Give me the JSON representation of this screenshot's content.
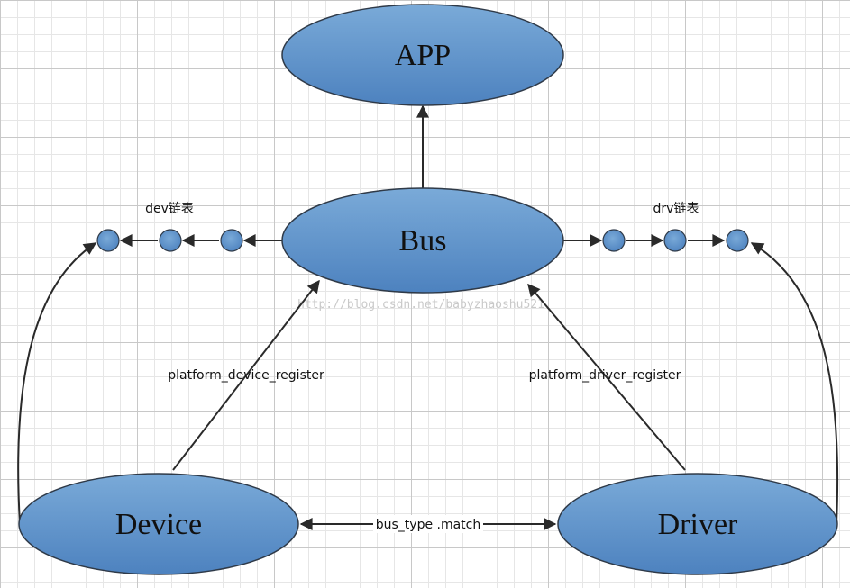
{
  "colors": {
    "node_fill_top": "#7aaad8",
    "node_fill_bottom": "#4d82bf",
    "node_stroke": "#2f3a48",
    "edge": "#2a2a2a"
  },
  "nodes": {
    "app": "APP",
    "bus": "Bus",
    "device": "Device",
    "driver": "Driver"
  },
  "labels": {
    "dev_list": "dev链表",
    "drv_list": "drv链表",
    "device_register": "platform_device_register",
    "driver_register": "platform_driver_register",
    "match": "bus_type .match"
  },
  "watermark": "http://blog.csdn.net/babyzhaoshu521"
}
